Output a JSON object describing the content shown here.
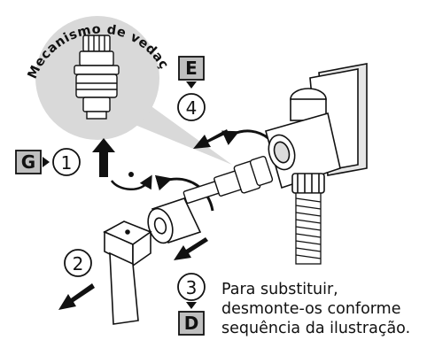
{
  "callout": {
    "title": "Mecanismo de vedação"
  },
  "steps": [
    {
      "number": "1",
      "label": "G"
    },
    {
      "number": "2",
      "label": ""
    },
    {
      "number": "3",
      "label": "D"
    },
    {
      "number": "4",
      "label": "E"
    }
  ],
  "instruction": {
    "lines": [
      "Para substituir,",
      "desmonte-os conforme",
      "sequência da ilustração."
    ]
  },
  "colors": {
    "ink": "#111111",
    "callout_fill": "#d9d9d9",
    "label_box_fill": "#bfbfbf"
  }
}
